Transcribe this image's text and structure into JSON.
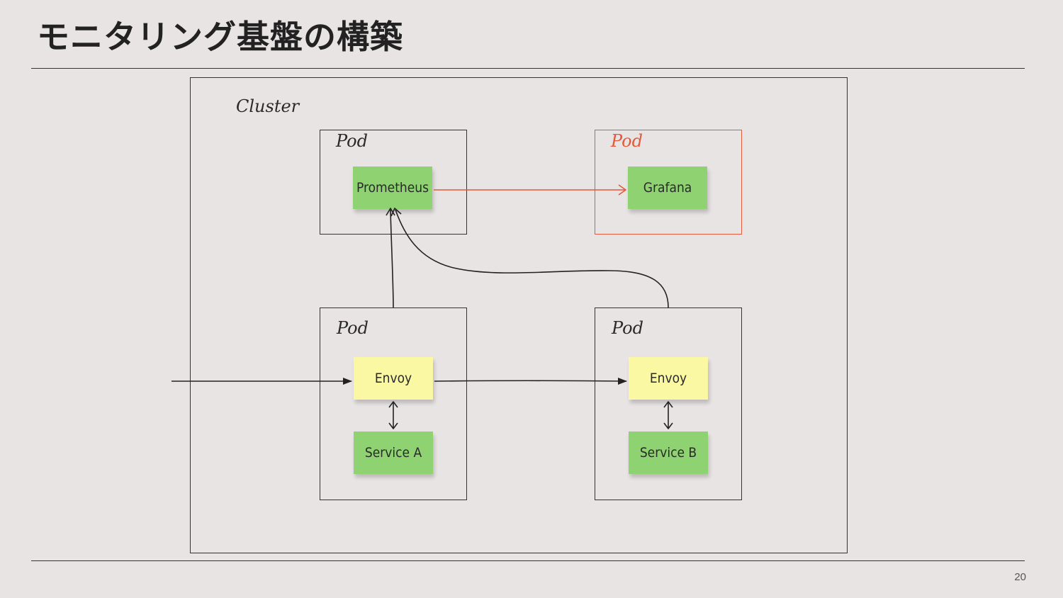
{
  "slide": {
    "title": "モニタリング基盤の構築",
    "page_number": "20"
  },
  "diagram": {
    "cluster_label": "Cluster",
    "pods": {
      "prometheus_pod": {
        "label": "Pod",
        "node": "Prometheus"
      },
      "grafana_pod": {
        "label": "Pod",
        "node": "Grafana"
      },
      "service_a_pod": {
        "label": "Pod",
        "proxy": "Envoy",
        "service": "Service A"
      },
      "service_b_pod": {
        "label": "Pod",
        "proxy": "Envoy",
        "service": "Service B"
      }
    },
    "colors": {
      "background": "#e8e4e4",
      "line": "#333333",
      "highlight": "#e05a3c",
      "sticky_green": "#8ed272",
      "sticky_yellow": "#fbf8a4"
    }
  }
}
